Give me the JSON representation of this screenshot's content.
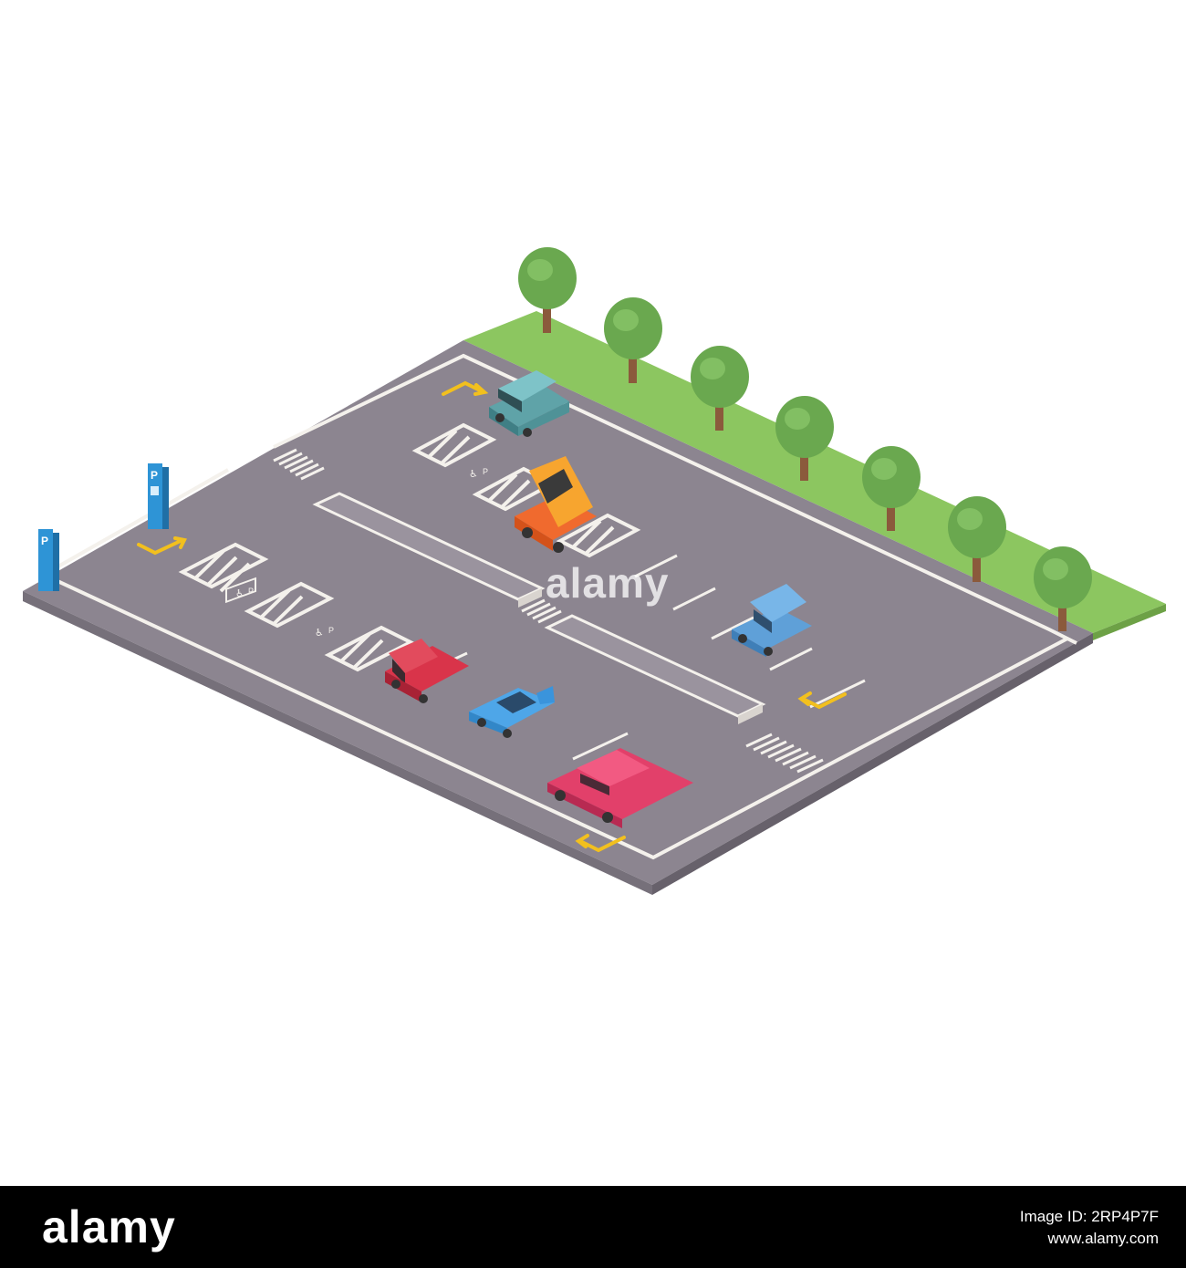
{
  "image": {
    "subject": "Isometric parking lot with cars, trees, crosswalks and parking meters",
    "colors": {
      "asphalt": "#8c8590",
      "asphalt_side": "#6e6872",
      "grass": "#8cc660",
      "grass_side": "#6da146",
      "markings": "#f4f1ec",
      "arrow": "#f2c01e",
      "meter": "#2e94d6"
    },
    "watermark": "alamy",
    "meter_sign": "P",
    "accessible_sign": "P"
  },
  "stock_footer": {
    "logo": "alamy",
    "image_id_line": "Image ID: 2RP4P7F",
    "site_line": "www.alamy.com"
  }
}
